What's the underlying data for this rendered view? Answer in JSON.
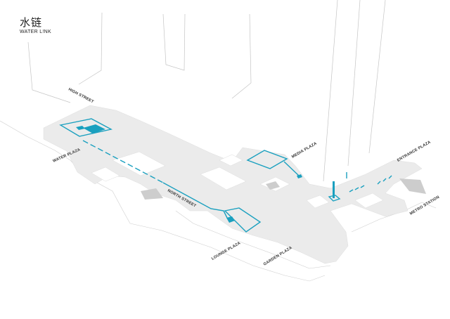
{
  "title": {
    "zh": "水链",
    "en": "WATER L!NK"
  },
  "labels": {
    "high_street": "HIGH STREET",
    "water_plaza": "WATER PLAZA",
    "north_street": "NORTH STREET",
    "lounge_plaza": "LOUNGE PLAZA",
    "garden_plaza": "GARDEN PLAZA",
    "media_plaza": "MEDIA PLAZA",
    "entrance_plaza": "ENTRANCE PLAZA",
    "metro_station": "METRO STATION"
  },
  "colors": {
    "water": "#1aa0bf",
    "floor": "#ebebeb",
    "outline": "#c4c4c4",
    "label": "#333333"
  }
}
